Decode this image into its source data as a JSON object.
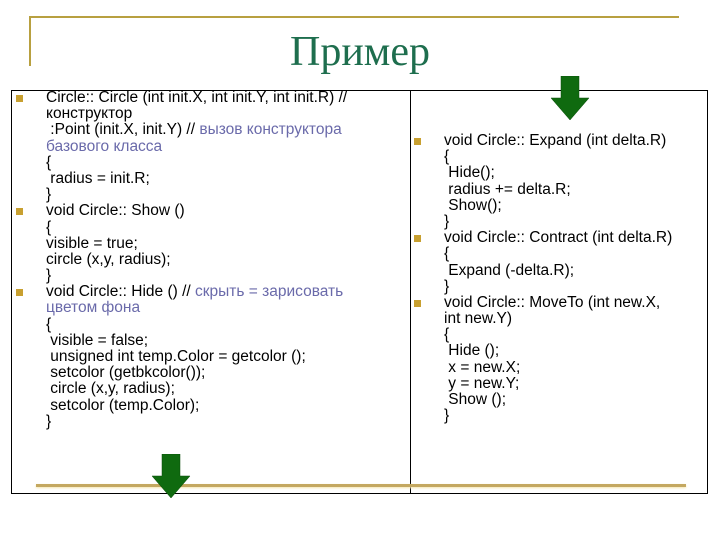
{
  "slide": {
    "title": "Пример",
    "colors": {
      "title": "#1e6e4e",
      "frame_gold": "#b8a040",
      "bullet": "#c8a030",
      "comment": "#6a6aaa",
      "arrow_green": "#0f6a0f",
      "text": "#000000"
    }
  },
  "left_column": {
    "lines": [
      {
        "code": "Circle:: Circle (int init.X, int init.Y, int init.R) //",
        "comment": "",
        "bullet": true
      },
      {
        "code": "конструктор",
        "comment": "",
        "bullet": false
      },
      {
        "code": " :Point (init.X, init.Y) // ",
        "comment": "вызов конструктора",
        "bullet": false
      },
      {
        "code": "",
        "comment": "базового класса",
        "bullet": false
      },
      {
        "code": "{",
        "comment": "",
        "bullet": false
      },
      {
        "code": " radius = init.R;",
        "comment": "",
        "bullet": false
      },
      {
        "code": "}",
        "comment": "",
        "bullet": false
      },
      {
        "code": "void Circle:: Show ()",
        "comment": "",
        "bullet": true
      },
      {
        "code": "{",
        "comment": "",
        "bullet": false
      },
      {
        "code": "visible = true;",
        "comment": "",
        "bullet": false
      },
      {
        "code": "circle (x,y, radius);",
        "comment": "",
        "bullet": false
      },
      {
        "code": "}",
        "comment": "",
        "bullet": false
      },
      {
        "code": "void Circle:: Hide () // ",
        "comment": "скрыть = зарисовать",
        "bullet": true
      },
      {
        "code": "",
        "comment": "цветом фона",
        "bullet": false
      },
      {
        "code": "{",
        "comment": "",
        "bullet": false
      },
      {
        "code": " visible = false;",
        "comment": "",
        "bullet": false
      },
      {
        "code": " unsigned int temp.Color = getcolor ();",
        "comment": "",
        "bullet": false
      },
      {
        "code": " setcolor (getbkcolor());",
        "comment": "",
        "bullet": false
      },
      {
        "code": " circle (x,y, radius);",
        "comment": "",
        "bullet": false
      },
      {
        "code": " setcolor (temp.Color);",
        "comment": "",
        "bullet": false
      },
      {
        "code": "}",
        "comment": "",
        "bullet": false
      }
    ]
  },
  "right_column": {
    "lines": [
      {
        "code": "void Circle:: Expand (int delta.R)",
        "comment": "",
        "bullet": true
      },
      {
        "code": "{",
        "comment": "",
        "bullet": false
      },
      {
        "code": " Hide();",
        "comment": "",
        "bullet": false
      },
      {
        "code": " radius += delta.R;",
        "comment": "",
        "bullet": false
      },
      {
        "code": " Show();",
        "comment": "",
        "bullet": false
      },
      {
        "code": "}",
        "comment": "",
        "bullet": false
      },
      {
        "code": "void Circle:: Contract (int delta.R)",
        "comment": "",
        "bullet": true
      },
      {
        "code": "{",
        "comment": "",
        "bullet": false
      },
      {
        "code": " Expand (-delta.R);",
        "comment": "",
        "bullet": false
      },
      {
        "code": "}",
        "comment": "",
        "bullet": false
      },
      {
        "code": "void Circle:: MoveTo (int new.X,",
        "comment": "",
        "bullet": true
      },
      {
        "code": "int new.Y)",
        "comment": "",
        "bullet": false
      },
      {
        "code": "{",
        "comment": "",
        "bullet": false
      },
      {
        "code": " Hide ();",
        "comment": "",
        "bullet": false
      },
      {
        "code": " x = new.X;",
        "comment": "",
        "bullet": false
      },
      {
        "code": " y = new.Y;",
        "comment": "",
        "bullet": false
      },
      {
        "code": " Show ();",
        "comment": "",
        "bullet": false
      },
      {
        "code": "}",
        "comment": "",
        "bullet": false
      }
    ]
  },
  "arrows": [
    {
      "name": "arrow-down-top-right",
      "icon": "arrow-down-icon"
    },
    {
      "name": "arrow-down-bottom-left",
      "icon": "arrow-down-icon"
    }
  ]
}
